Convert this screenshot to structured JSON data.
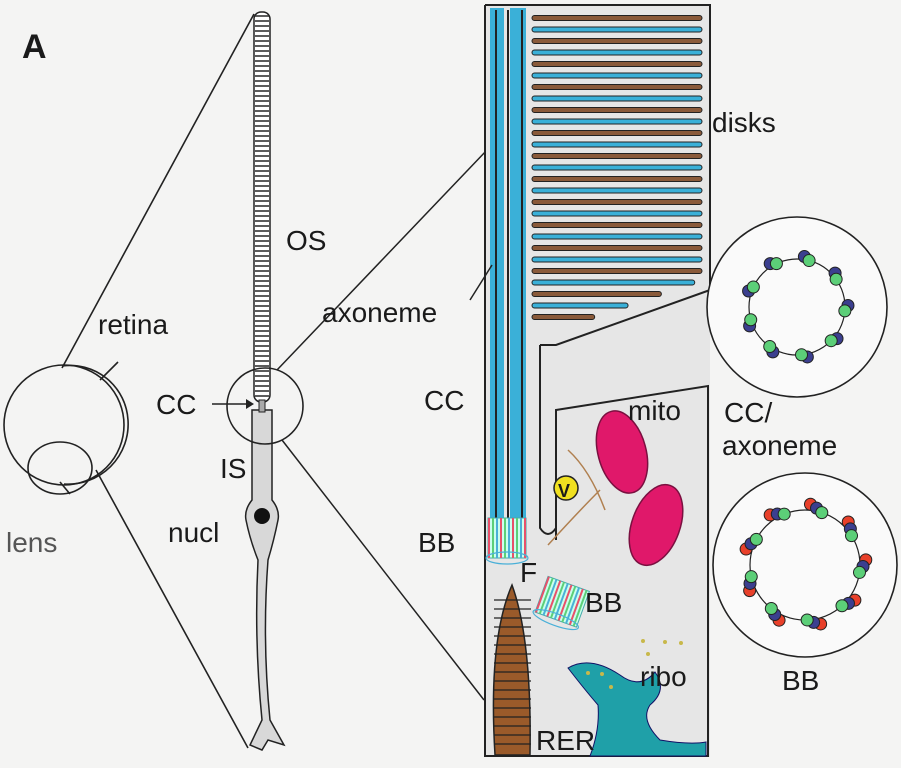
{
  "figure": {
    "panel_label": "A",
    "labels": {
      "retina": "retina",
      "lens": "lens",
      "os": "OS",
      "cc_left": "CC",
      "is": "IS",
      "nucl": "nucl",
      "disks": "disks",
      "axoneme": "axoneme",
      "cc_mid": "CC",
      "bb_left": "BB",
      "f": "F",
      "bb_mid": "BB",
      "mito": "mito",
      "v": "V",
      "ribo": "ribo",
      "rer": "RER",
      "cc_axoneme_line1": "CC/",
      "cc_axoneme_line2": "axoneme",
      "bb_right": "BB"
    },
    "colors": {
      "axoneme_blue": "#3ab0d8",
      "disk_brown": "#8a5a3a",
      "mito_pink": "#e0186a",
      "rer_teal": "#1fa0a8",
      "er_brown": "#9a5a2a",
      "dot_blue": "#3b3f8f",
      "dot_green": "#5ccf78",
      "dot_red": "#e8402a",
      "vesicle_yellow": "#f0e020"
    }
  }
}
